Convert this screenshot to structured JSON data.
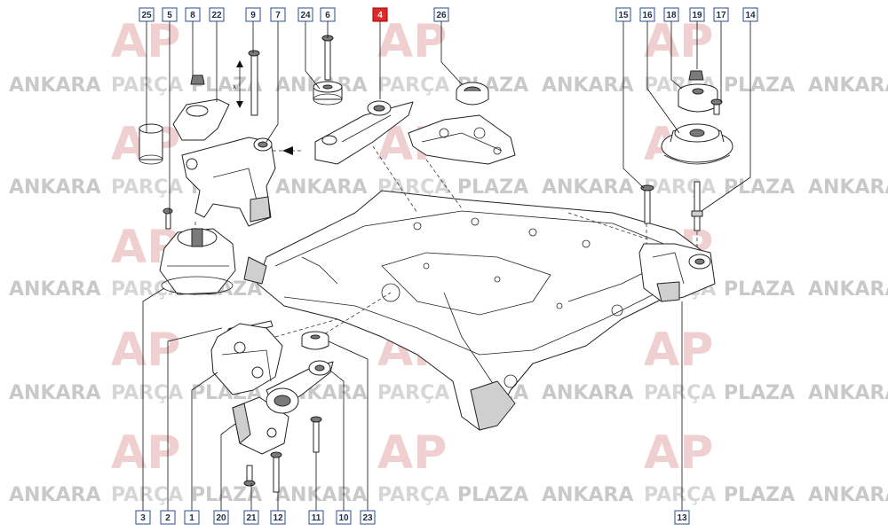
{
  "watermark": {
    "brand_word_1": "ANKARA",
    "brand_word_2": "PARÇA",
    "brand_word_3": "PLAZA",
    "logo_text": "AP",
    "color_gray": "#c9c9c9",
    "color_red": "#e3a9a9"
  },
  "callouts": {
    "top": [
      "25",
      "5",
      "8",
      "22",
      "9",
      "7",
      "24",
      "6",
      "4",
      "26",
      "15",
      "16",
      "18",
      "19",
      "17",
      "14"
    ],
    "bottom": [
      "3",
      "2",
      "1",
      "20",
      "21",
      "12",
      "11",
      "10",
      "23",
      "13"
    ],
    "highlighted": "4",
    "highlight_color": "#e02a2a"
  },
  "dimension_label": "x"
}
